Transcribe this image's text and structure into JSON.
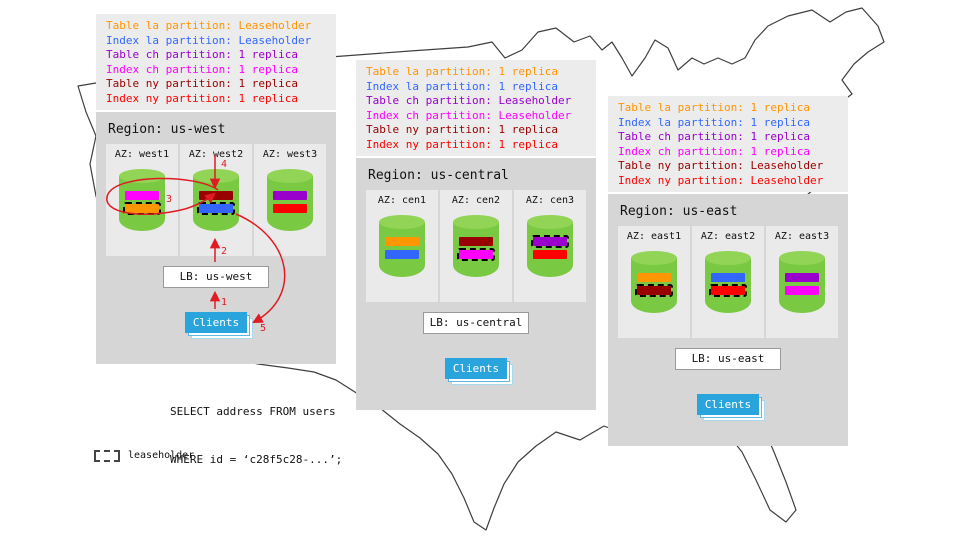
{
  "map": {
    "name": "united-states-outline",
    "stroke_color": "#3f3f3f"
  },
  "legend": {
    "swatch": "dashed-rectangle",
    "label": "leaseholder"
  },
  "query": {
    "line1": "SELECT address FROM users",
    "line2": "WHERE id = ‘c28f5c28-...’;"
  },
  "flow": {
    "steps": [
      "1",
      "2",
      "3",
      "4",
      "5"
    ],
    "arrow_color": "#e01b24"
  },
  "colors": {
    "table_la": "#ff9500",
    "index_la": "#3366ff",
    "table_ch": "#9900cc",
    "index_ch": "#ff00ff",
    "table_ny": "#990000",
    "index_ny": "#ff0000",
    "cylinder_body": "#7ac943",
    "cylinder_top": "#92d456",
    "clients": "#29a4dd"
  },
  "regions": [
    {
      "name": "us-west",
      "partition_info": [
        {
          "text": "Table la partition: Leaseholder",
          "color": "#ff9500"
        },
        {
          "text": "Index la partition: Leaseholder",
          "color": "#3366ff"
        },
        {
          "text": "Table ch partition: 1 replica",
          "color": "#9900cc"
        },
        {
          "text": "Index ch partition: 1 replica",
          "color": "#ff00ff"
        },
        {
          "text": "Table ny partition: 1 replica",
          "color": "#990000"
        },
        {
          "text": "Index ny partition: 1 replica",
          "color": "#ff0000"
        }
      ],
      "region_label": "Region: us-west",
      "azs": [
        {
          "label": "AZ: west1",
          "bars": [
            {
              "partition": "index-ch-replica",
              "color": "#ff00ff",
              "leaseholder": false
            },
            {
              "partition": "table-la-leaseholder",
              "color": "#ff9500",
              "leaseholder": true
            }
          ]
        },
        {
          "label": "AZ: west2",
          "bars": [
            {
              "partition": "table-ny-replica",
              "color": "#990000",
              "leaseholder": false
            },
            {
              "partition": "index-la-leaseholder",
              "color": "#3366ff",
              "leaseholder": true
            }
          ]
        },
        {
          "label": "AZ: west3",
          "bars": [
            {
              "partition": "table-ch-replica",
              "color": "#9900cc",
              "leaseholder": false
            },
            {
              "partition": "index-ny-replica",
              "color": "#ff0000",
              "leaseholder": false
            }
          ]
        }
      ],
      "lb_label": "LB: us-west",
      "clients_label": "Clients"
    },
    {
      "name": "us-central",
      "partition_info": [
        {
          "text": "Table la partition: 1 replica",
          "color": "#ff9500"
        },
        {
          "text": "Index la partition: 1 replica",
          "color": "#3366ff"
        },
        {
          "text": "Table ch partition: Leaseholder",
          "color": "#9900cc"
        },
        {
          "text": "Index ch partition: Leaseholder",
          "color": "#ff00ff"
        },
        {
          "text": "Table ny partition: 1 replica",
          "color": "#990000"
        },
        {
          "text": "Index ny partition: 1 replica",
          "color": "#ff0000"
        }
      ],
      "region_label": "Region: us-central",
      "azs": [
        {
          "label": "AZ: cen1",
          "bars": [
            {
              "partition": "table-la-replica",
              "color": "#ff9500",
              "leaseholder": false
            },
            {
              "partition": "index-la-replica",
              "color": "#3366ff",
              "leaseholder": false
            }
          ]
        },
        {
          "label": "AZ: cen2",
          "bars": [
            {
              "partition": "table-ny-replica",
              "color": "#990000",
              "leaseholder": false
            },
            {
              "partition": "index-ch-leaseholder",
              "color": "#ff00ff",
              "leaseholder": true
            }
          ]
        },
        {
          "label": "AZ: cen3",
          "bars": [
            {
              "partition": "table-ch-leaseholder",
              "color": "#9900cc",
              "leaseholder": true
            },
            {
              "partition": "index-ny-replica",
              "color": "#ff0000",
              "leaseholder": false
            }
          ]
        }
      ],
      "lb_label": "LB: us-central",
      "clients_label": "Clients"
    },
    {
      "name": "us-east",
      "partition_info": [
        {
          "text": "Table la partition: 1 replica",
          "color": "#ff9500"
        },
        {
          "text": "Index la partition: 1 replica",
          "color": "#3366ff"
        },
        {
          "text": "Table ch partition: 1 replica",
          "color": "#9900cc"
        },
        {
          "text": "Index ch partition: 1 replica",
          "color": "#ff00ff"
        },
        {
          "text": "Table ny partition: Leaseholder",
          "color": "#990000"
        },
        {
          "text": "Index ny partition: Leaseholder",
          "color": "#ff0000"
        }
      ],
      "region_label": "Region: us-east",
      "azs": [
        {
          "label": "AZ: east1",
          "bars": [
            {
              "partition": "table-la-replica",
              "color": "#ff9500",
              "leaseholder": false
            },
            {
              "partition": "table-ny-leaseholder",
              "color": "#990000",
              "leaseholder": true
            }
          ]
        },
        {
          "label": "AZ: east2",
          "bars": [
            {
              "partition": "index-la-replica",
              "color": "#3366ff",
              "leaseholder": false
            },
            {
              "partition": "index-ny-leaseholder",
              "color": "#ff0000",
              "leaseholder": true
            }
          ]
        },
        {
          "label": "AZ: east3",
          "bars": [
            {
              "partition": "table-ch-replica",
              "color": "#9900cc",
              "leaseholder": false
            },
            {
              "partition": "index-ch-replica",
              "color": "#ff00ff",
              "leaseholder": false
            }
          ]
        }
      ],
      "lb_label": "LB: us-east",
      "clients_label": "Clients"
    }
  ]
}
